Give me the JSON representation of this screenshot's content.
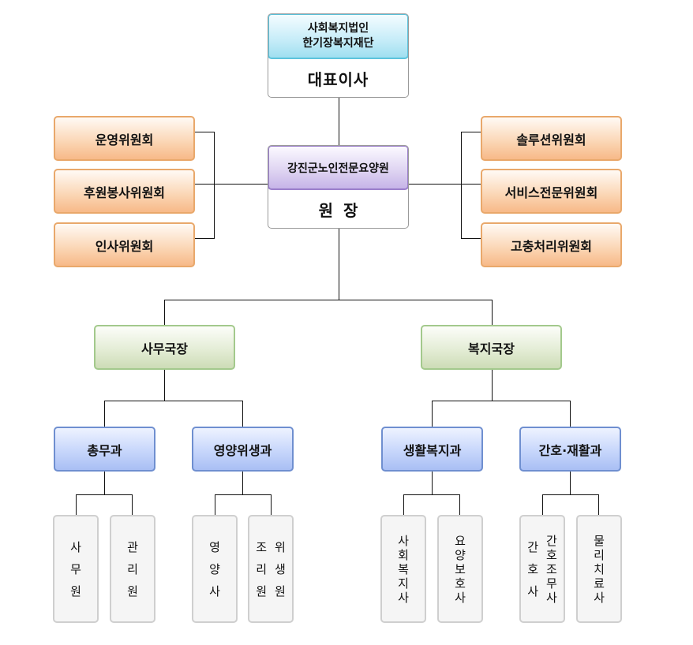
{
  "top": {
    "org_line1": "사회복지법인",
    "org_line2": "한기장복지재단",
    "title": "대표이사"
  },
  "center": {
    "facility": "강진군노인전문요양원",
    "title": "원 장"
  },
  "committees_left": [
    {
      "label": "운영위원회"
    },
    {
      "label": "후원봉사위원회"
    },
    {
      "label": "인사위원회"
    }
  ],
  "committees_right": [
    {
      "label": "솔루션위원회"
    },
    {
      "label": "서비스전문위원회"
    },
    {
      "label": "고충처리위원회"
    }
  ],
  "directors": [
    {
      "label": "사무국장"
    },
    {
      "label": "복지국장"
    }
  ],
  "departments": [
    {
      "label": "총무과",
      "staff": [
        {
          "columns": [
            "사무원"
          ]
        },
        {
          "columns": [
            "관리원"
          ]
        }
      ]
    },
    {
      "label": "영양위생과",
      "staff": [
        {
          "columns": [
            "영양사"
          ]
        },
        {
          "columns": [
            "조리원",
            "위생원"
          ]
        }
      ]
    },
    {
      "label": "생활복지과",
      "staff": [
        {
          "columns": [
            "사회복지사"
          ]
        },
        {
          "columns": [
            "요양보호사"
          ]
        }
      ]
    },
    {
      "label": "간호·재활과",
      "staff": [
        {
          "columns": [
            "간호사",
            "간호조무사"
          ]
        },
        {
          "columns": [
            "물리치료사"
          ]
        }
      ]
    }
  ],
  "colors": {
    "top_header": "#9fdff0",
    "center_header": "#c6b4e8",
    "committee": "#f7b988",
    "director": "#cddcb6",
    "department": "#a9bff4",
    "staff": "#f5f5f5",
    "connector": "#111111"
  }
}
